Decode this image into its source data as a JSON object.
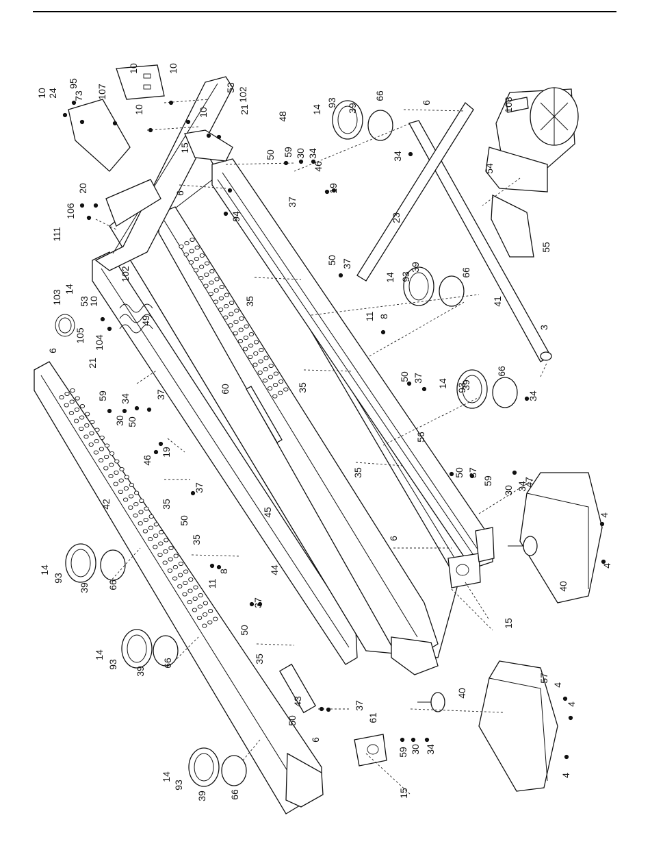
{
  "diagram": {
    "labels": [
      "3",
      "4",
      "6",
      "8",
      "10",
      "11",
      "14",
      "15",
      "19",
      "20",
      "21",
      "23",
      "24",
      "30",
      "34",
      "35",
      "37",
      "39",
      "40",
      "41",
      "42",
      "43",
      "44",
      "45",
      "46",
      "47",
      "48",
      "49",
      "50",
      "53",
      "54",
      "55",
      "56",
      "57",
      "59",
      "60",
      "61",
      "66",
      "73",
      "93",
      "94",
      "95",
      "102",
      "103",
      "104",
      "105",
      "106",
      "107",
      "108",
      "111"
    ]
  }
}
